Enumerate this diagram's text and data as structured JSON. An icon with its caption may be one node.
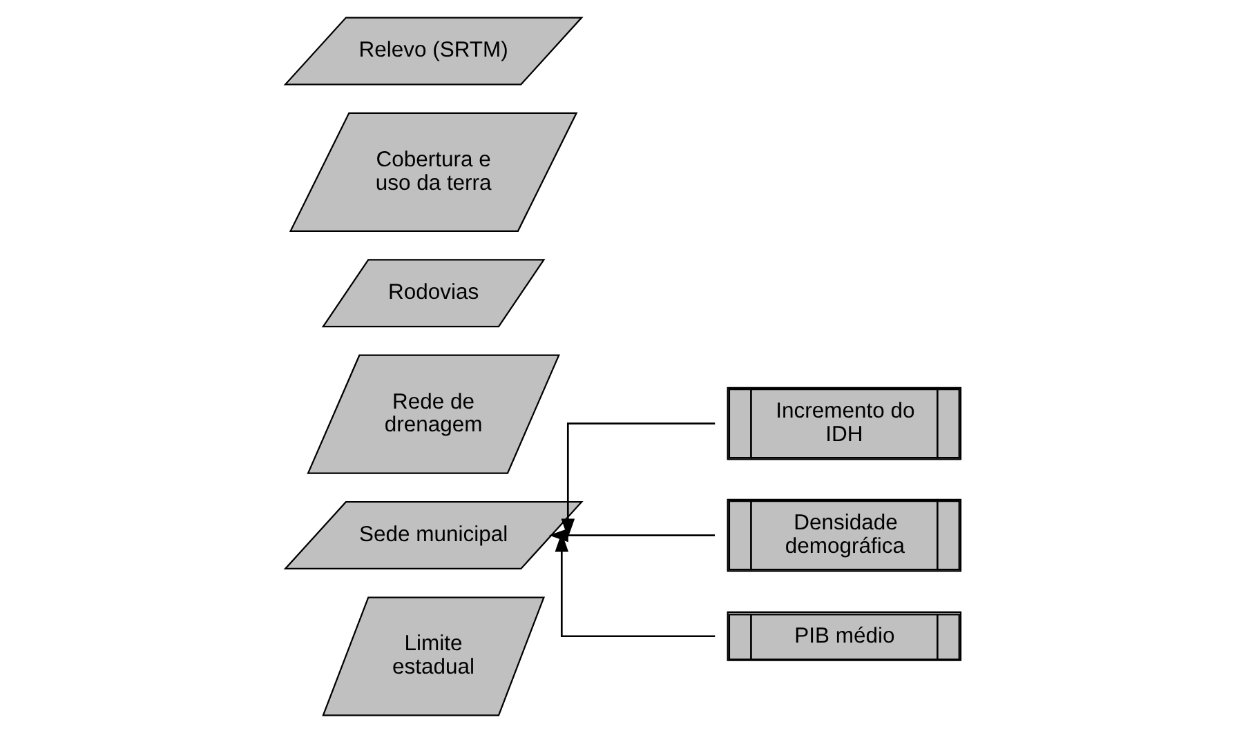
{
  "diagram": {
    "nodes": [
      {
        "text": [
          "Limite estadual"
        ]
      },
      {
        "text": [
          "Sede municipal"
        ]
      },
      {
        "text": [
          "Rede de drenagem"
        ]
      },
      {
        "text": [
          "Rodovias"
        ]
      },
      {
        "text": [
          "Cobertura e uso da terra"
        ]
      },
      {
        "text": [
          "Relevo (SRTM)"
        ]
      },
      {
        "text": [
          "Incremento do IDH"
        ]
      },
      {
        "text": [
          "Densidade demográfica"
        ]
      },
      {
        "text": [
          "PIB médio"
        ]
      }
    ],
    "edges": [
      {
        "from": 6,
        "to": 1,
        "arrow": "to"
      },
      {
        "from": 7,
        "to": 1,
        "arrow": "to"
      },
      {
        "from": 8,
        "to": 1,
        "arrow": "to"
      }
    ]
  }
}
